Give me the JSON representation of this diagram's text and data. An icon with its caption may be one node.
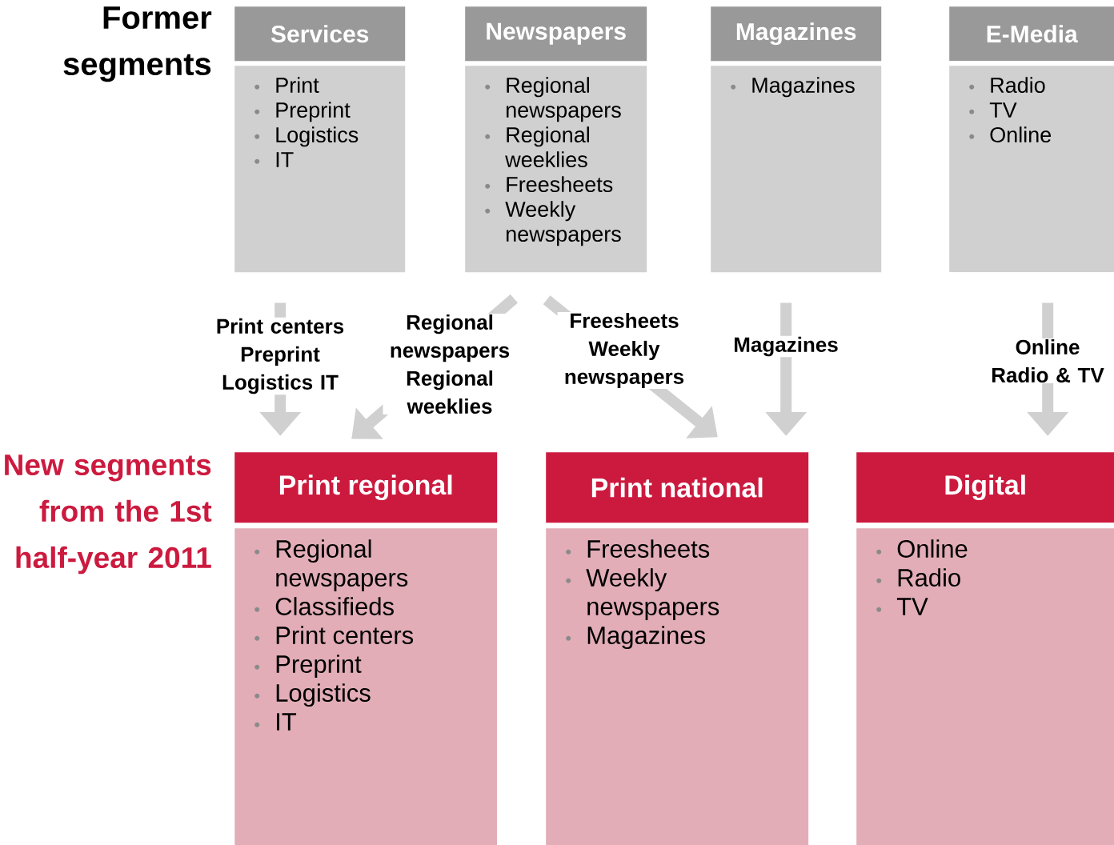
{
  "diagram": {
    "nodes": [
      {
        "text": [
          "Services"
        ]
      },
      {
        "text": [
          "Print",
          "Preprint",
          "Logistics",
          "IT"
        ]
      },
      {
        "text": [
          "Newspapers"
        ]
      },
      {
        "text": [
          "Regional newspapers",
          "Regional weeklies",
          "Freesheets",
          "Weekly newspapers"
        ]
      },
      {
        "text": [
          "Magazines"
        ]
      },
      {
        "text": [
          "Magazines"
        ]
      },
      {
        "text": [
          "E-Media"
        ]
      },
      {
        "text": [
          "Radio",
          "TV",
          "Online"
        ]
      },
      {
        "text": [
          "Print regional"
        ]
      },
      {
        "text": [
          "Regional newspapers",
          "Classifieds",
          "Print centers",
          "Preprint",
          "Logistics",
          "IT"
        ]
      },
      {
        "text": [
          "Print national"
        ]
      },
      {
        "text": [
          "Freesheets",
          "Weekly newspapers",
          "Magazines"
        ]
      },
      {
        "text": [
          "Digital"
        ]
      },
      {
        "text": [
          "Online",
          "Radio",
          "TV"
        ]
      }
    ],
    "edges": [
      {
        "from": 1,
        "to": 8,
        "arrow": "to",
        "label": "Print centers Preprint Logistics IT"
      },
      {
        "from": 3,
        "to": 8,
        "arrow": "to",
        "label": "Regional newspapers Regional weeklies"
      },
      {
        "from": 3,
        "to": 10,
        "arrow": "to",
        "label": "Freesheets Weekly newspapers"
      },
      {
        "from": 5,
        "to": 10,
        "arrow": "to",
        "label": "Magazines"
      },
      {
        "from": 7,
        "to": 12,
        "arrow": "to",
        "label": "Online Radio & TV"
      }
    ],
    "labels": [
      "Former segments",
      "New segments from the 1st half-year 2011"
    ]
  }
}
